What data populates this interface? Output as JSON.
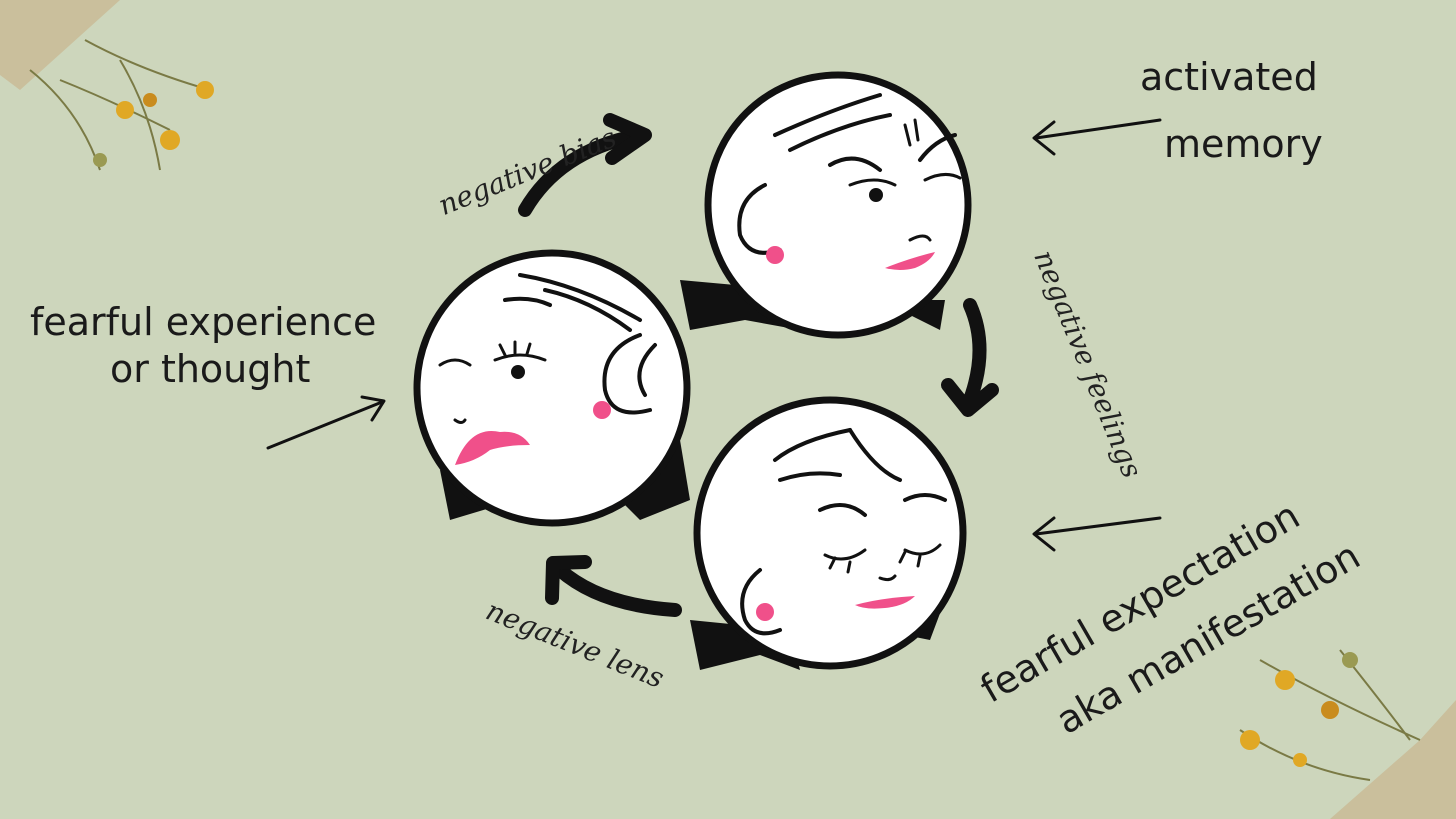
{
  "labels": {
    "experience_line1": "fearful experience",
    "experience_line2": "or thought",
    "memory_line1": "activated",
    "memory_line2": "memory",
    "expectation_line1": "fearful expectation",
    "expectation_line2": "aka manifestation",
    "bias": "negative bias",
    "feelings": "negative feelings",
    "lens": "negative lens"
  },
  "colors": {
    "background": "#cdd6bc",
    "ink": "#111111",
    "accent_pink": "#f0508a",
    "tape": "#c9bb97",
    "flower": "#e0a825"
  },
  "icons": [
    "face-icon",
    "arrow-icon",
    "dried-flower-icon",
    "tape-icon"
  ]
}
